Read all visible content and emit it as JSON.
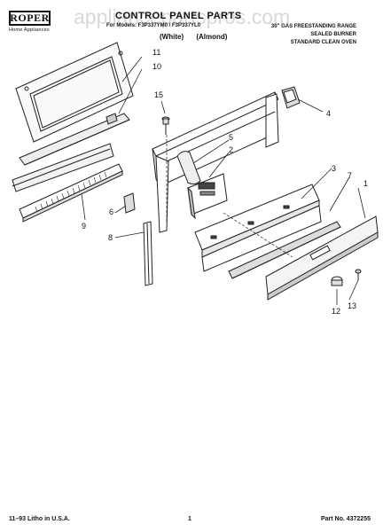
{
  "header": {
    "brand": "ROPER",
    "brand_sub": "Home Appliances",
    "watermark": "appliancepartspros.com",
    "title": "CONTROL PANEL PARTS",
    "model_line": "For Models: F3P337YM0 / F3P337YL0",
    "colors": [
      "(White)",
      "(Almond)"
    ],
    "description": [
      "30\" GAS FREESTANDING RANGE",
      "SEALED BURNER",
      "STANDARD CLEAN OVEN"
    ]
  },
  "callouts": [
    "1",
    "2",
    "3",
    "4",
    "5",
    "6",
    "7",
    "8",
    "9",
    "10",
    "11",
    "12",
    "13",
    "15"
  ],
  "footer": {
    "left": "11–93 Litho in U.S.A.",
    "center": "1",
    "right": "Part No. 4372255"
  }
}
